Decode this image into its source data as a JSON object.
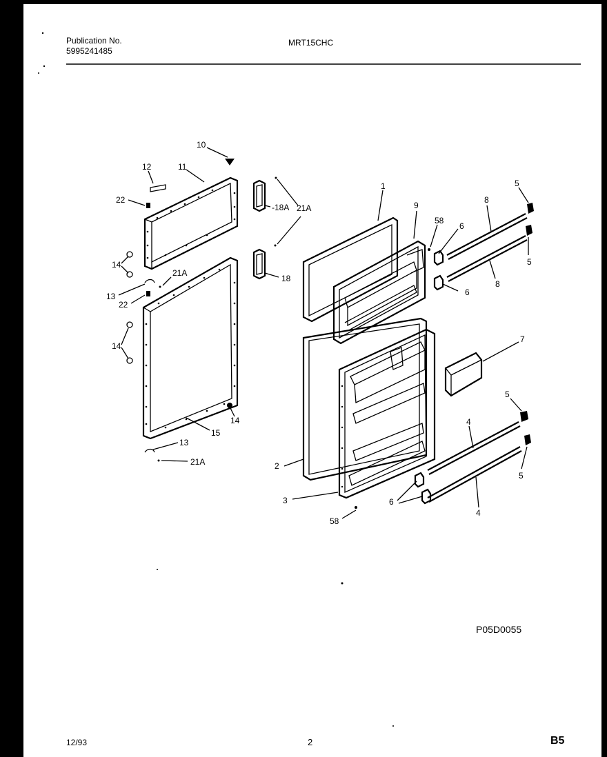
{
  "header": {
    "publication_label": "Publication No.",
    "publication_number": "5995241485",
    "model": "MRT15CHC"
  },
  "footer": {
    "date": "12/93",
    "page": "2",
    "section": "B5",
    "drawing_id": "P05D0055"
  },
  "callouts": {
    "c1": "1",
    "c2": "2",
    "c3": "3",
    "c4a": "4",
    "c4b": "4",
    "c5a": "5",
    "c5b": "5",
    "c5c": "5",
    "c5d": "5",
    "c6a": "6",
    "c6b": "6",
    "c6c": "6",
    "c7": "7",
    "c8a": "8",
    "c8b": "8",
    "c9": "9",
    "c10": "10",
    "c11": "11",
    "c12": "12",
    "c13a": "13",
    "c13b": "13",
    "c14a": "14",
    "c14b": "14",
    "c14c": "14",
    "c15": "15",
    "c18": "18",
    "c18a": "18A",
    "c21a1": "21A",
    "c21a2": "21A",
    "c21a3": "21A",
    "c22a": "22",
    "c22b": "22",
    "c58a": "58",
    "c58b": "58"
  }
}
